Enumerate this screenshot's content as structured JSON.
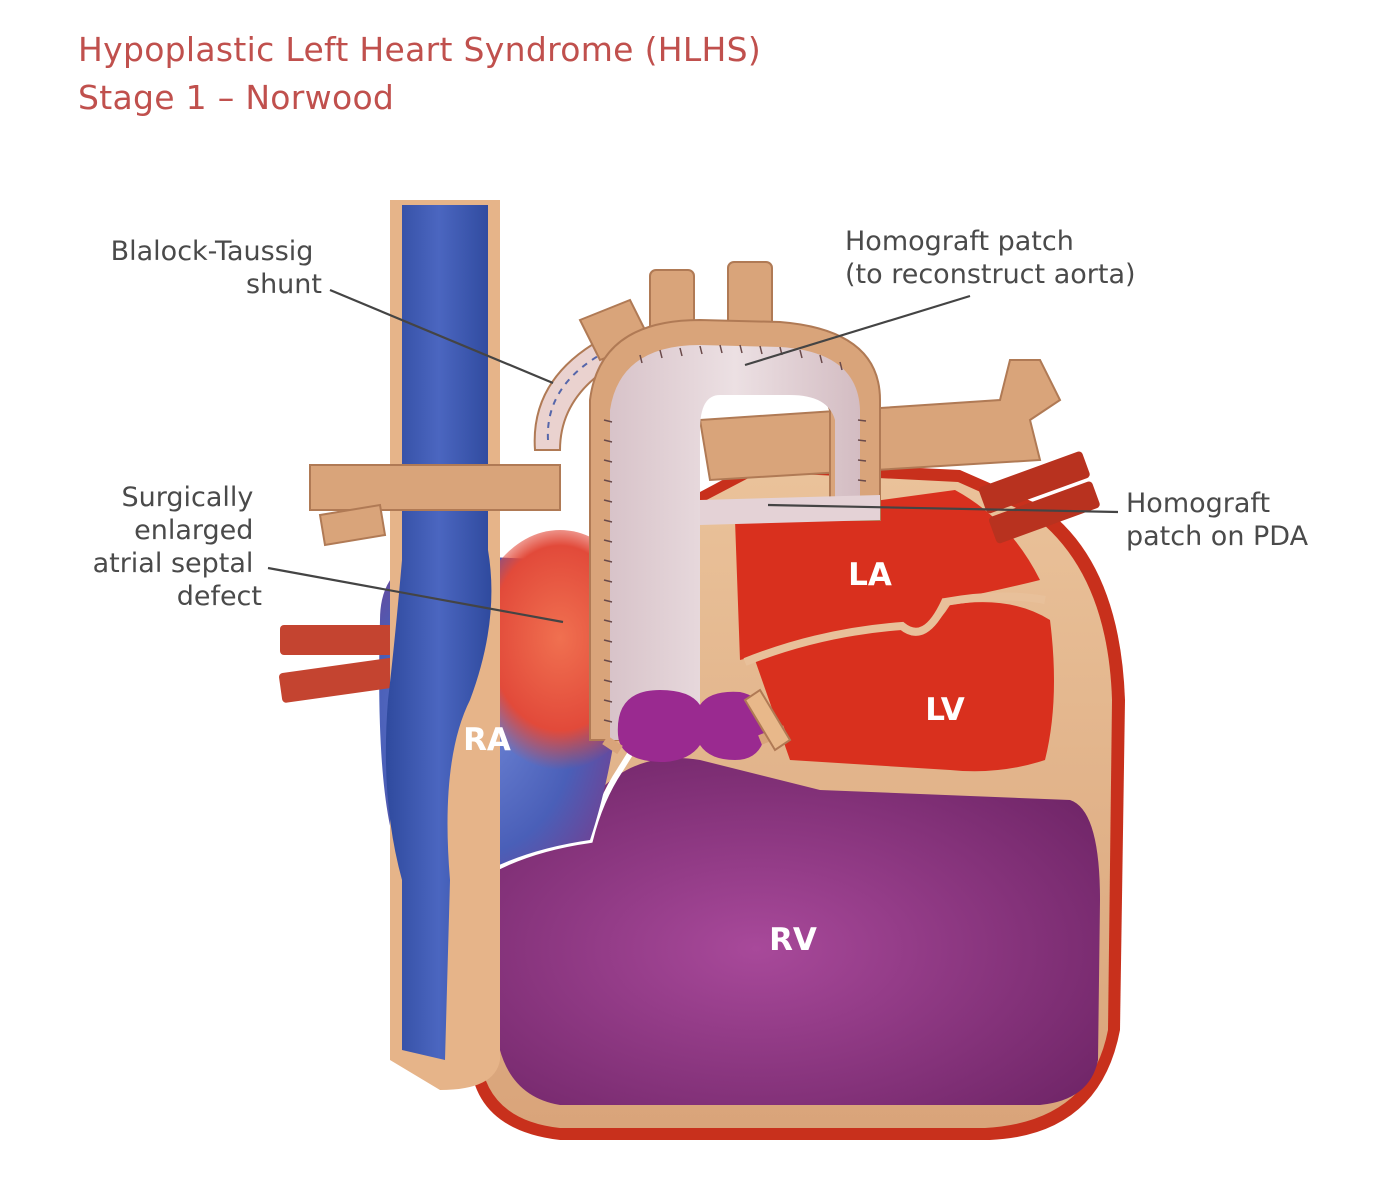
{
  "title": {
    "line1": "Hypoplastic Left Heart Syndrome (HLHS)",
    "line2": "Stage 1 – Norwood"
  },
  "labels": {
    "bt_shunt": [
      "Blalock-Taussig",
      "shunt"
    ],
    "homograft_aorta": [
      "Homograft patch",
      "(to reconstruct aorta)"
    ],
    "asd": [
      "Surgically",
      "enlarged",
      "atrial septal",
      "defect"
    ],
    "homograft_pda": [
      "Homograft",
      "patch on PDA"
    ]
  },
  "chambers": {
    "la": "LA",
    "lv": "LV",
    "ra": "RA",
    "rv": "RV"
  },
  "colors": {
    "title": "#c0504d",
    "tissue": "#e8b88a",
    "vein_blue": "#3a56a8",
    "oxygenated_red": "#d9301e",
    "mixed_purple": "#8a2e82",
    "outer_wall": "#c8301c",
    "patch": "#ddc3c8"
  }
}
